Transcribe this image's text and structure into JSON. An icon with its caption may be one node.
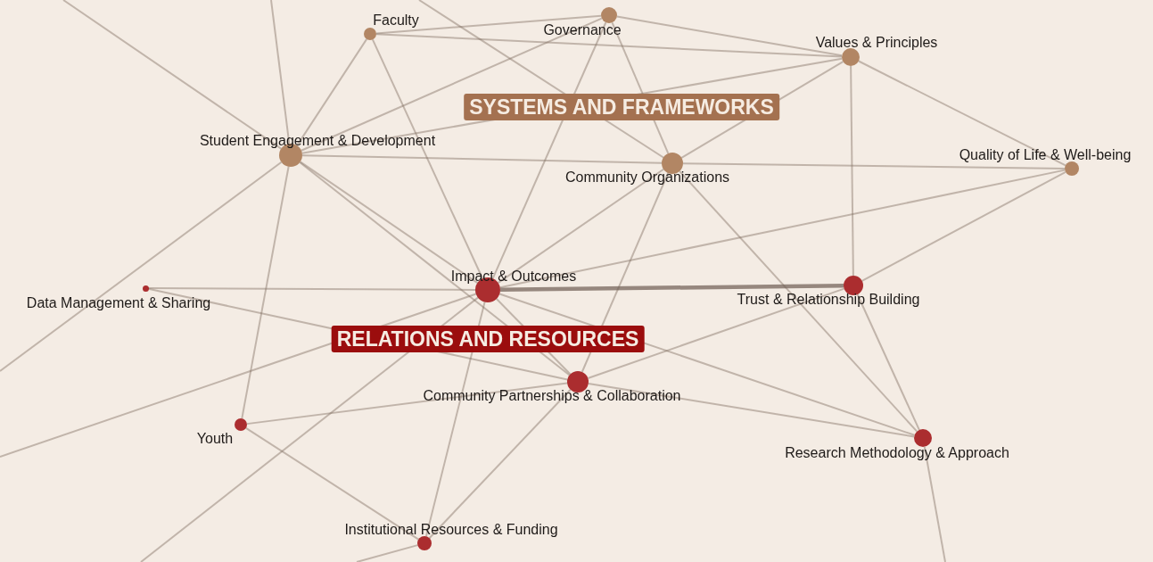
{
  "diagram": {
    "nodes": [
      {
        "text": [
          "Faculty"
        ]
      },
      {
        "text": [
          "Governance"
        ]
      },
      {
        "text": [
          "Values & Principles"
        ]
      },
      {
        "text": [
          "Student Engagement & Development"
        ]
      },
      {
        "text": [
          "Community Organizations"
        ]
      },
      {
        "text": [
          "Quality of Life & Well-being"
        ]
      },
      {
        "text": [
          "Data Management & Sharing"
        ]
      },
      {
        "text": [
          "Impact & Outcomes"
        ]
      },
      {
        "text": [
          "Trust & Relationship Building"
        ]
      },
      {
        "text": [
          "Community Partnerships & Collaboration"
        ]
      },
      {
        "text": [
          "Youth"
        ]
      },
      {
        "text": [
          "Research Methodology & Approach"
        ]
      },
      {
        "text": [
          "Institutional Resources & Funding"
        ]
      }
    ],
    "edges": [
      {
        "from": 0,
        "to": 1,
        "arrow": "none"
      },
      {
        "from": 0,
        "to": 2,
        "arrow": "none"
      },
      {
        "from": 0,
        "to": 3,
        "arrow": "none"
      },
      {
        "from": 0,
        "to": 7,
        "arrow": "none"
      },
      {
        "from": 1,
        "to": 2,
        "arrow": "none"
      },
      {
        "from": 1,
        "to": 4,
        "arrow": "none"
      },
      {
        "from": 1,
        "to": 7,
        "arrow": "none"
      },
      {
        "from": 3,
        "to": 1,
        "arrow": "none"
      },
      {
        "from": 4,
        "to": null,
        "arrow": "none"
      },
      {
        "from": 3,
        "to": null,
        "arrow": "none"
      },
      {
        "from": 3,
        "to": null,
        "arrow": "none"
      },
      {
        "from": 3,
        "to": 2,
        "arrow": "none"
      },
      {
        "from": 3,
        "to": 4,
        "arrow": "none"
      },
      {
        "from": 3,
        "to": 7,
        "arrow": "none"
      },
      {
        "from": 3,
        "to": 9,
        "arrow": "none"
      },
      {
        "from": 3,
        "to": null,
        "arrow": "none"
      },
      {
        "from": 3,
        "to": 10,
        "arrow": "none"
      },
      {
        "from": 2,
        "to": 4,
        "arrow": "none"
      },
      {
        "from": 2,
        "to": 5,
        "arrow": "none"
      },
      {
        "from": 2,
        "to": 8,
        "arrow": "none"
      },
      {
        "from": 4,
        "to": 5,
        "arrow": "none"
      },
      {
        "from": 4,
        "to": 7,
        "arrow": "none"
      },
      {
        "from": 4,
        "to": 9,
        "arrow": "none"
      },
      {
        "from": 4,
        "to": 11,
        "arrow": "none"
      },
      {
        "from": 5,
        "to": 7,
        "arrow": "none"
      },
      {
        "from": 5,
        "to": 8,
        "arrow": "none"
      },
      {
        "from": 6,
        "to": 7,
        "arrow": "none"
      },
      {
        "from": 6,
        "to": 9,
        "arrow": "none"
      },
      {
        "from": 7,
        "to": 8,
        "arrow": "none",
        "style": "thick"
      },
      {
        "from": 7,
        "to": 9,
        "arrow": "none"
      },
      {
        "from": 7,
        "to": 11,
        "arrow": "none"
      },
      {
        "from": 7,
        "to": 12,
        "arrow": "none"
      },
      {
        "from": 7,
        "to": null,
        "arrow": "none"
      },
      {
        "from": 7,
        "to": null,
        "arrow": "none"
      },
      {
        "from": 10,
        "to": 9,
        "arrow": "none"
      },
      {
        "from": 10,
        "to": 12,
        "arrow": "none"
      },
      {
        "from": 9,
        "to": 8,
        "arrow": "none"
      },
      {
        "from": 9,
        "to": 11,
        "arrow": "none"
      },
      {
        "from": 9,
        "to": 12,
        "arrow": "none"
      },
      {
        "from": 8,
        "to": 11,
        "arrow": "none"
      },
      {
        "from": 11,
        "to": null,
        "arrow": "none"
      },
      {
        "from": 12,
        "to": null,
        "arrow": "none"
      }
    ],
    "labels": [
      "SYSTEMS AND FRAMEWORKS",
      "RELATIONS AND RESOURCES"
    ]
  }
}
